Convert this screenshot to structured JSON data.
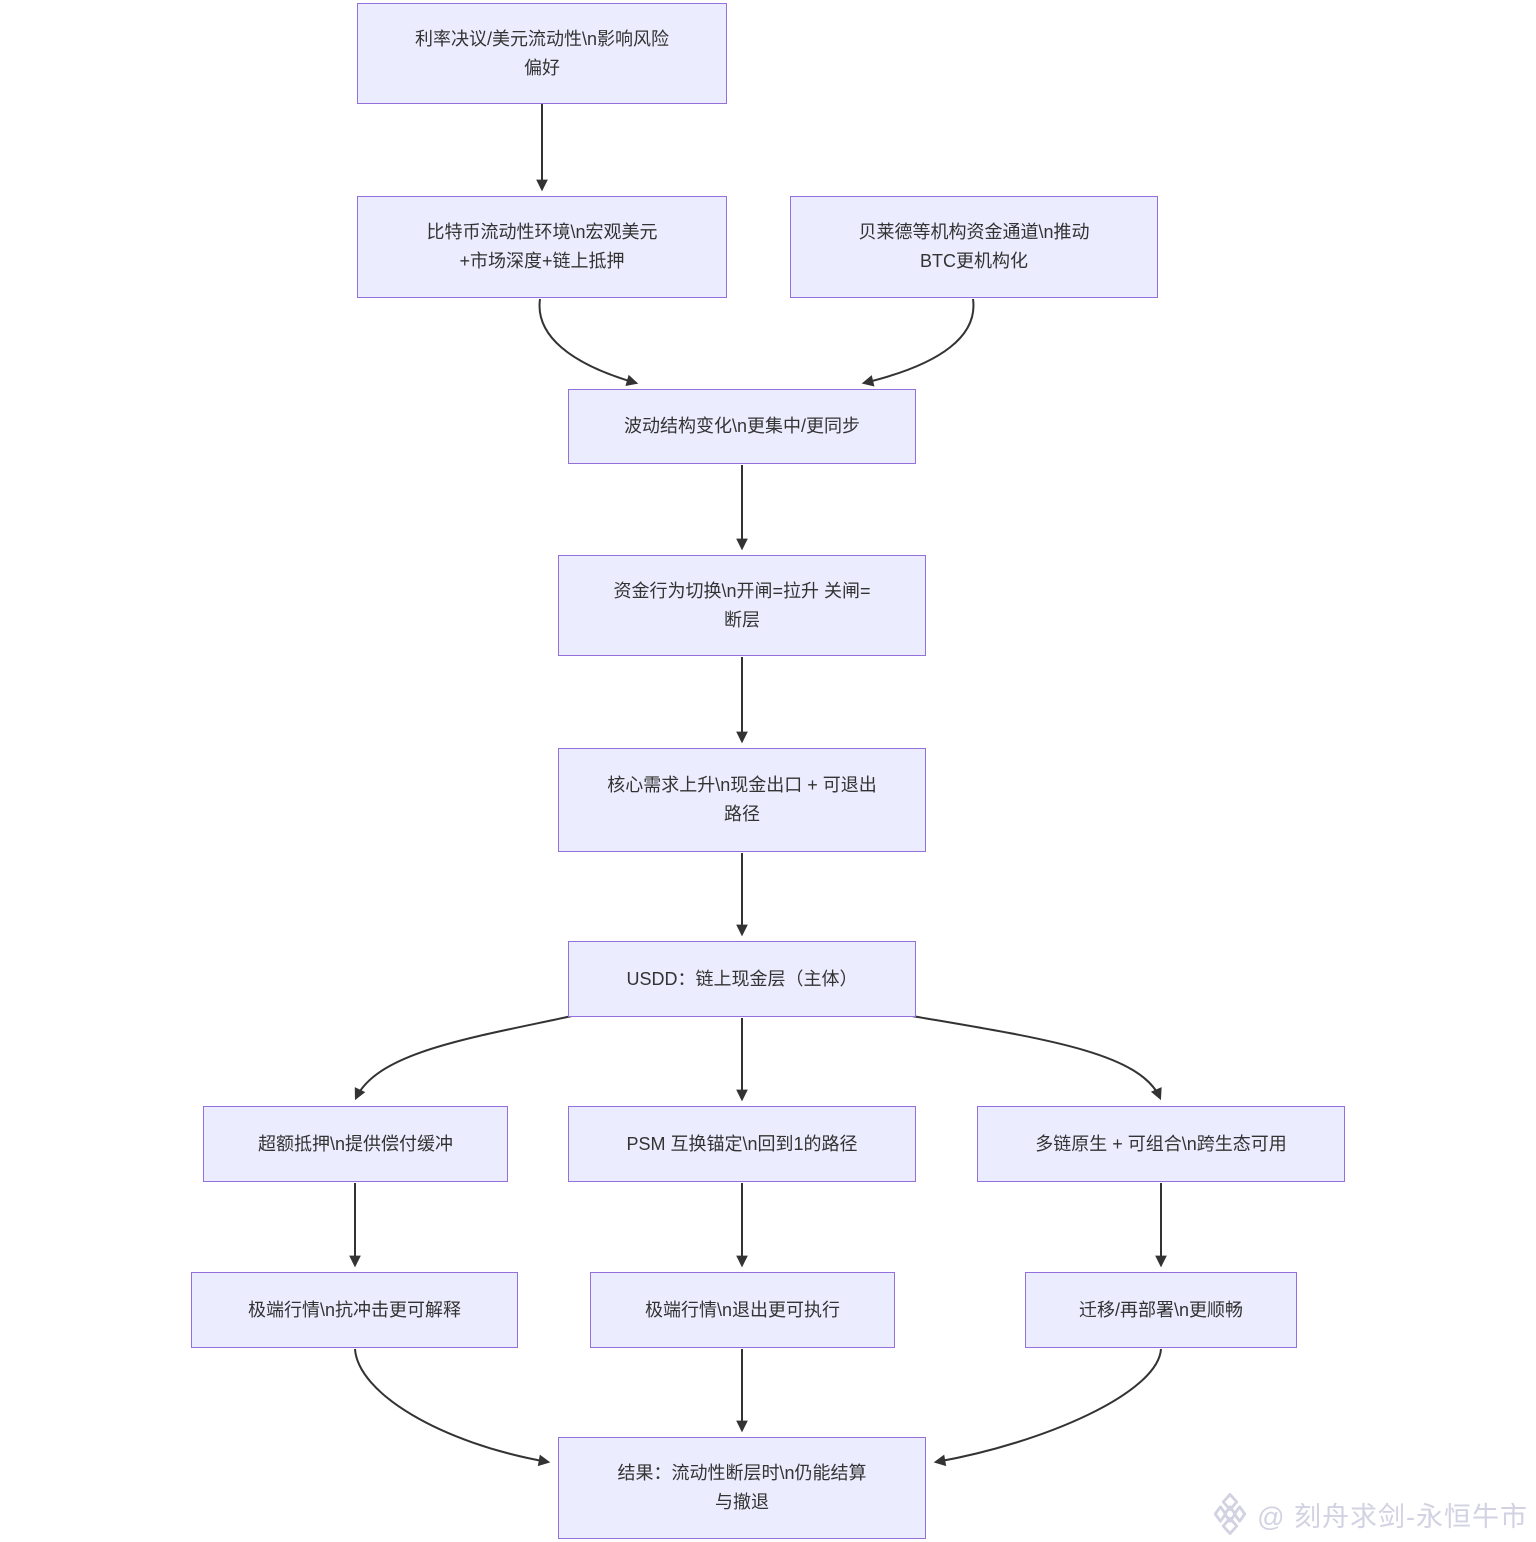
{
  "diagram": {
    "nodes": {
      "rate_decision": "利率决议/美元流动性\\n影响风险偏好",
      "btc_liquidity": "比特币流动性环境\\n宏观美元+市场深度+链上抵押",
      "blackrock_channel": "贝莱德等机构资金通道\\n推动BTC更机构化",
      "volatility_structure": "波动结构变化\\n更集中/更同步",
      "fund_behavior": "资金行为切换\\n开闸=拉升 关闸=断层",
      "core_demand": "核心需求上升\\n现金出口 + 可退出路径",
      "usdd": "USDD：链上现金层（主体）",
      "overcollateral": "超额抵押\\n提供偿付缓冲",
      "psm": "PSM 互换锚定\\n回到1的路径",
      "multichain": "多链原生 + 可组合\\n跨生态可用",
      "shock_resilience": "极端行情\\n抗冲击更可解释",
      "exit_executable": "极端行情\\n退出更可执行",
      "migration": "迁移/再部署\\n更顺畅",
      "result": "结果：流动性断层时\\n仍能结算与撤退"
    },
    "edges": [
      {
        "from": "rate_decision",
        "to": "btc_liquidity"
      },
      {
        "from": "btc_liquidity",
        "to": "volatility_structure"
      },
      {
        "from": "blackrock_channel",
        "to": "volatility_structure"
      },
      {
        "from": "volatility_structure",
        "to": "fund_behavior"
      },
      {
        "from": "fund_behavior",
        "to": "core_demand"
      },
      {
        "from": "core_demand",
        "to": "usdd"
      },
      {
        "from": "usdd",
        "to": "overcollateral"
      },
      {
        "from": "usdd",
        "to": "psm"
      },
      {
        "from": "usdd",
        "to": "multichain"
      },
      {
        "from": "overcollateral",
        "to": "shock_resilience"
      },
      {
        "from": "psm",
        "to": "exit_executable"
      },
      {
        "from": "multichain",
        "to": "migration"
      },
      {
        "from": "shock_resilience",
        "to": "result"
      },
      {
        "from": "exit_executable",
        "to": "result"
      },
      {
        "from": "migration",
        "to": "result"
      }
    ]
  },
  "watermark": {
    "logo": "gem-diamond-icon",
    "handle": "@ 刻舟求剑-永恒牛市"
  },
  "colors": {
    "node_fill": "#ECECFF",
    "node_border": "#9370DB",
    "edge": "#333333",
    "text": "#333333",
    "watermark": "#d2d2e2",
    "background": "#ffffff"
  }
}
